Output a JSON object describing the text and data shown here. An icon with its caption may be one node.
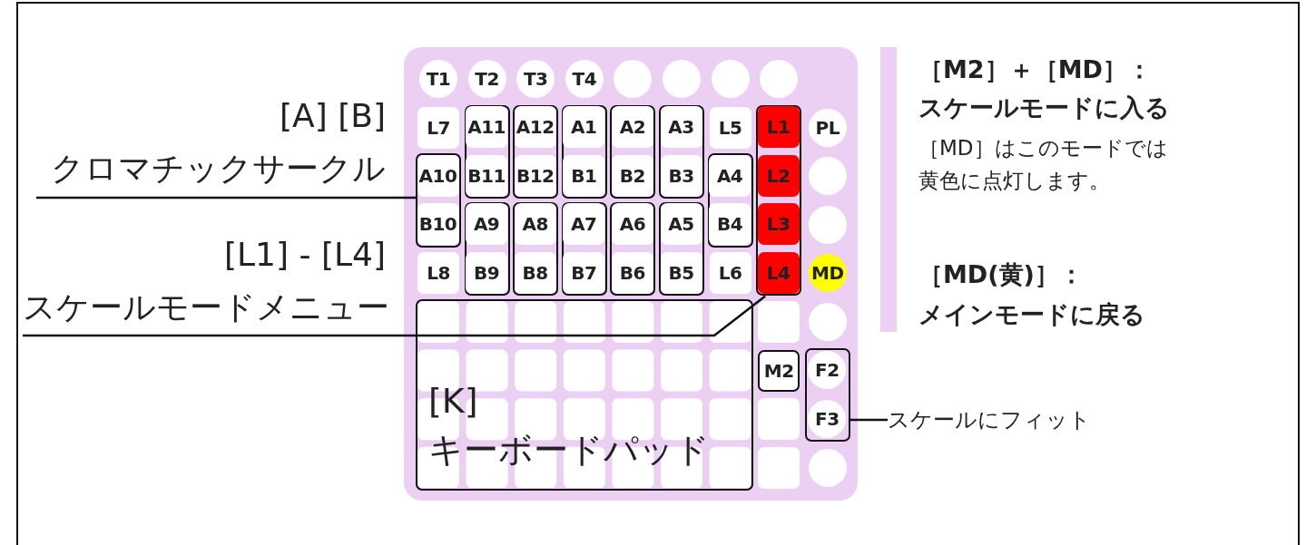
{
  "diagram": {
    "nodes": [
      {
        "text": [
          "[A] [B]",
          "クロマチックサークル"
        ]
      },
      {
        "text": [
          "[L1] - [L4]",
          "スケールモードメニュー"
        ]
      },
      {
        "text": [
          "T1"
        ]
      },
      {
        "text": [
          "T2"
        ]
      },
      {
        "text": [
          "T3"
        ]
      },
      {
        "text": [
          "T4"
        ]
      },
      {
        "text": [],
        "shape": "circle"
      },
      {
        "text": [],
        "shape": "circle"
      },
      {
        "text": [],
        "shape": "circle"
      },
      {
        "text": [],
        "shape": "circle"
      },
      {
        "text": [
          "L7"
        ]
      },
      {
        "text": [],
        "shape": "box"
      },
      {
        "text": [
          "A11"
        ],
        "in": 11
      },
      {
        "text": [],
        "shape": "box"
      },
      {
        "text": [
          "A12"
        ],
        "in": 13
      },
      {
        "text": [],
        "shape": "box"
      },
      {
        "text": [
          "A1"
        ],
        "in": 15
      },
      {
        "text": [],
        "shape": "box"
      },
      {
        "text": [
          "A2"
        ],
        "in": 17
      },
      {
        "text": [],
        "shape": "box"
      },
      {
        "text": [
          "A3"
        ],
        "in": 19
      },
      {
        "text": [
          "L5"
        ]
      },
      {
        "text": [],
        "shape": "box"
      },
      {
        "text": [
          "L1"
        ],
        "in": 22
      },
      {
        "text": [
          "PL"
        ]
      },
      {
        "text": [],
        "shape": "box"
      },
      {
        "text": [
          "A10"
        ],
        "in": 25
      },
      {
        "text": [
          "B11"
        ],
        "in": 11
      },
      {
        "text": [
          "B12"
        ],
        "in": 13
      },
      {
        "text": [
          "B1"
        ],
        "in": 15
      },
      {
        "text": [
          "B2"
        ],
        "in": 17
      },
      {
        "text": [
          "B3"
        ],
        "in": 19
      },
      {
        "text": [],
        "shape": "box"
      },
      {
        "text": [
          "A4"
        ],
        "in": 32
      },
      {
        "text": [
          "L2"
        ],
        "in": 22
      },
      {
        "text": [],
        "shape": "circle"
      },
      {
        "text": [
          "B10"
        ],
        "in": 25
      },
      {
        "text": [],
        "shape": "box"
      },
      {
        "text": [
          "A9"
        ],
        "in": 37
      },
      {
        "text": [],
        "shape": "box"
      },
      {
        "text": [
          "A8"
        ],
        "in": 39
      },
      {
        "text": [],
        "shape": "box"
      },
      {
        "text": [
          "A7"
        ],
        "in": 41
      },
      {
        "text": [],
        "shape": "box"
      },
      {
        "text": [
          "A6"
        ],
        "in": 43
      },
      {
        "text": [],
        "shape": "box"
      },
      {
        "text": [
          "A5"
        ],
        "in": 45
      },
      {
        "text": [
          "B4"
        ],
        "in": 32
      },
      {
        "text": [
          "L3"
        ],
        "in": 22
      },
      {
        "text": [],
        "shape": "circle"
      },
      {
        "text": [
          "L8"
        ]
      },
      {
        "text": [
          "B9"
        ],
        "in": 37
      },
      {
        "text": [
          "B8"
        ],
        "in": 39
      },
      {
        "text": [
          "B7"
        ],
        "in": 41
      },
      {
        "text": [
          "B6"
        ],
        "in": 43
      },
      {
        "text": [
          "B5"
        ],
        "in": 45
      },
      {
        "text": [
          "L6"
        ]
      },
      {
        "text": [
          "L4"
        ],
        "in": 22
      },
      {
        "text": [
          "MD"
        ]
      },
      {
        "text": [
          "[K]",
          "キーボードパッド"
        ]
      },
      {
        "text": [],
        "shape": "box"
      },
      {
        "text": [],
        "shape": "circle"
      },
      {
        "text": [
          "M2"
        ]
      },
      {
        "text": [],
        "shape": "box"
      },
      {
        "text": [
          "F2"
        ],
        "in": 63
      },
      {
        "text": [],
        "shape": "box"
      },
      {
        "text": [
          "F3"
        ],
        "in": 63
      },
      {
        "text": [],
        "shape": "box"
      },
      {
        "text": [],
        "shape": "circle"
      },
      {
        "text": [
          "スケールにフィット"
        ]
      }
    ],
    "edges": [
      {
        "from": 0,
        "to": 25,
        "arrow": "none"
      },
      {
        "from": 1,
        "to": 22,
        "arrow": "none"
      },
      {
        "from": 69,
        "to": 63,
        "arrow": "none"
      }
    ],
    "labels": [
      "［M2］＋［MD］：",
      "スケールモードに入る",
      "［MD］はこのモードでは黄色に点灯します。",
      "［MD(黄)］：",
      "メインモードに戻る"
    ]
  }
}
